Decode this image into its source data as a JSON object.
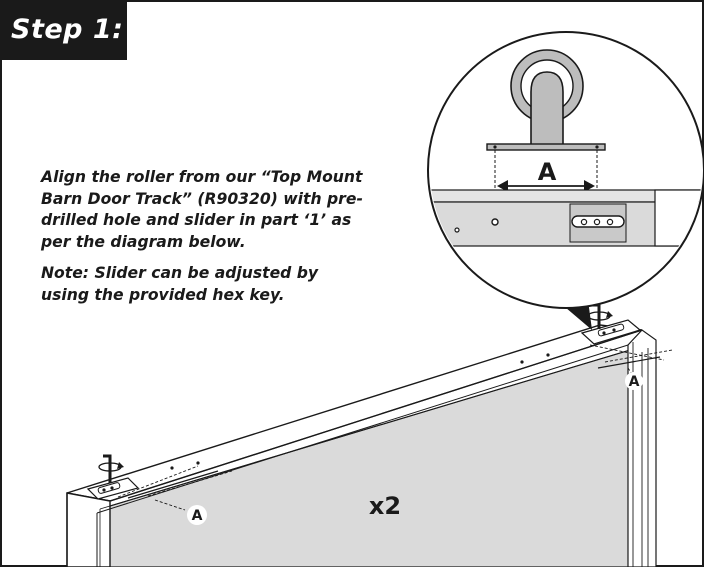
{
  "step": {
    "title": "Step 1:"
  },
  "instructions": {
    "main": "Align the roller from our “Top Mount Barn Door Track” (R90320) with pre-drilled hole and slider in part ‘1’ as per the diagram below.",
    "note": "Note: Slider can be adjusted by using the provided hex key."
  },
  "diagram": {
    "magnified_label": "A",
    "left_label": "A",
    "right_label": "A",
    "quantity": "x2"
  },
  "colors": {
    "frame": "#1a1a1a",
    "panel_gray": "#dadada",
    "metal_gray": "#bdbdbd",
    "outline": "#1a1a1a"
  }
}
